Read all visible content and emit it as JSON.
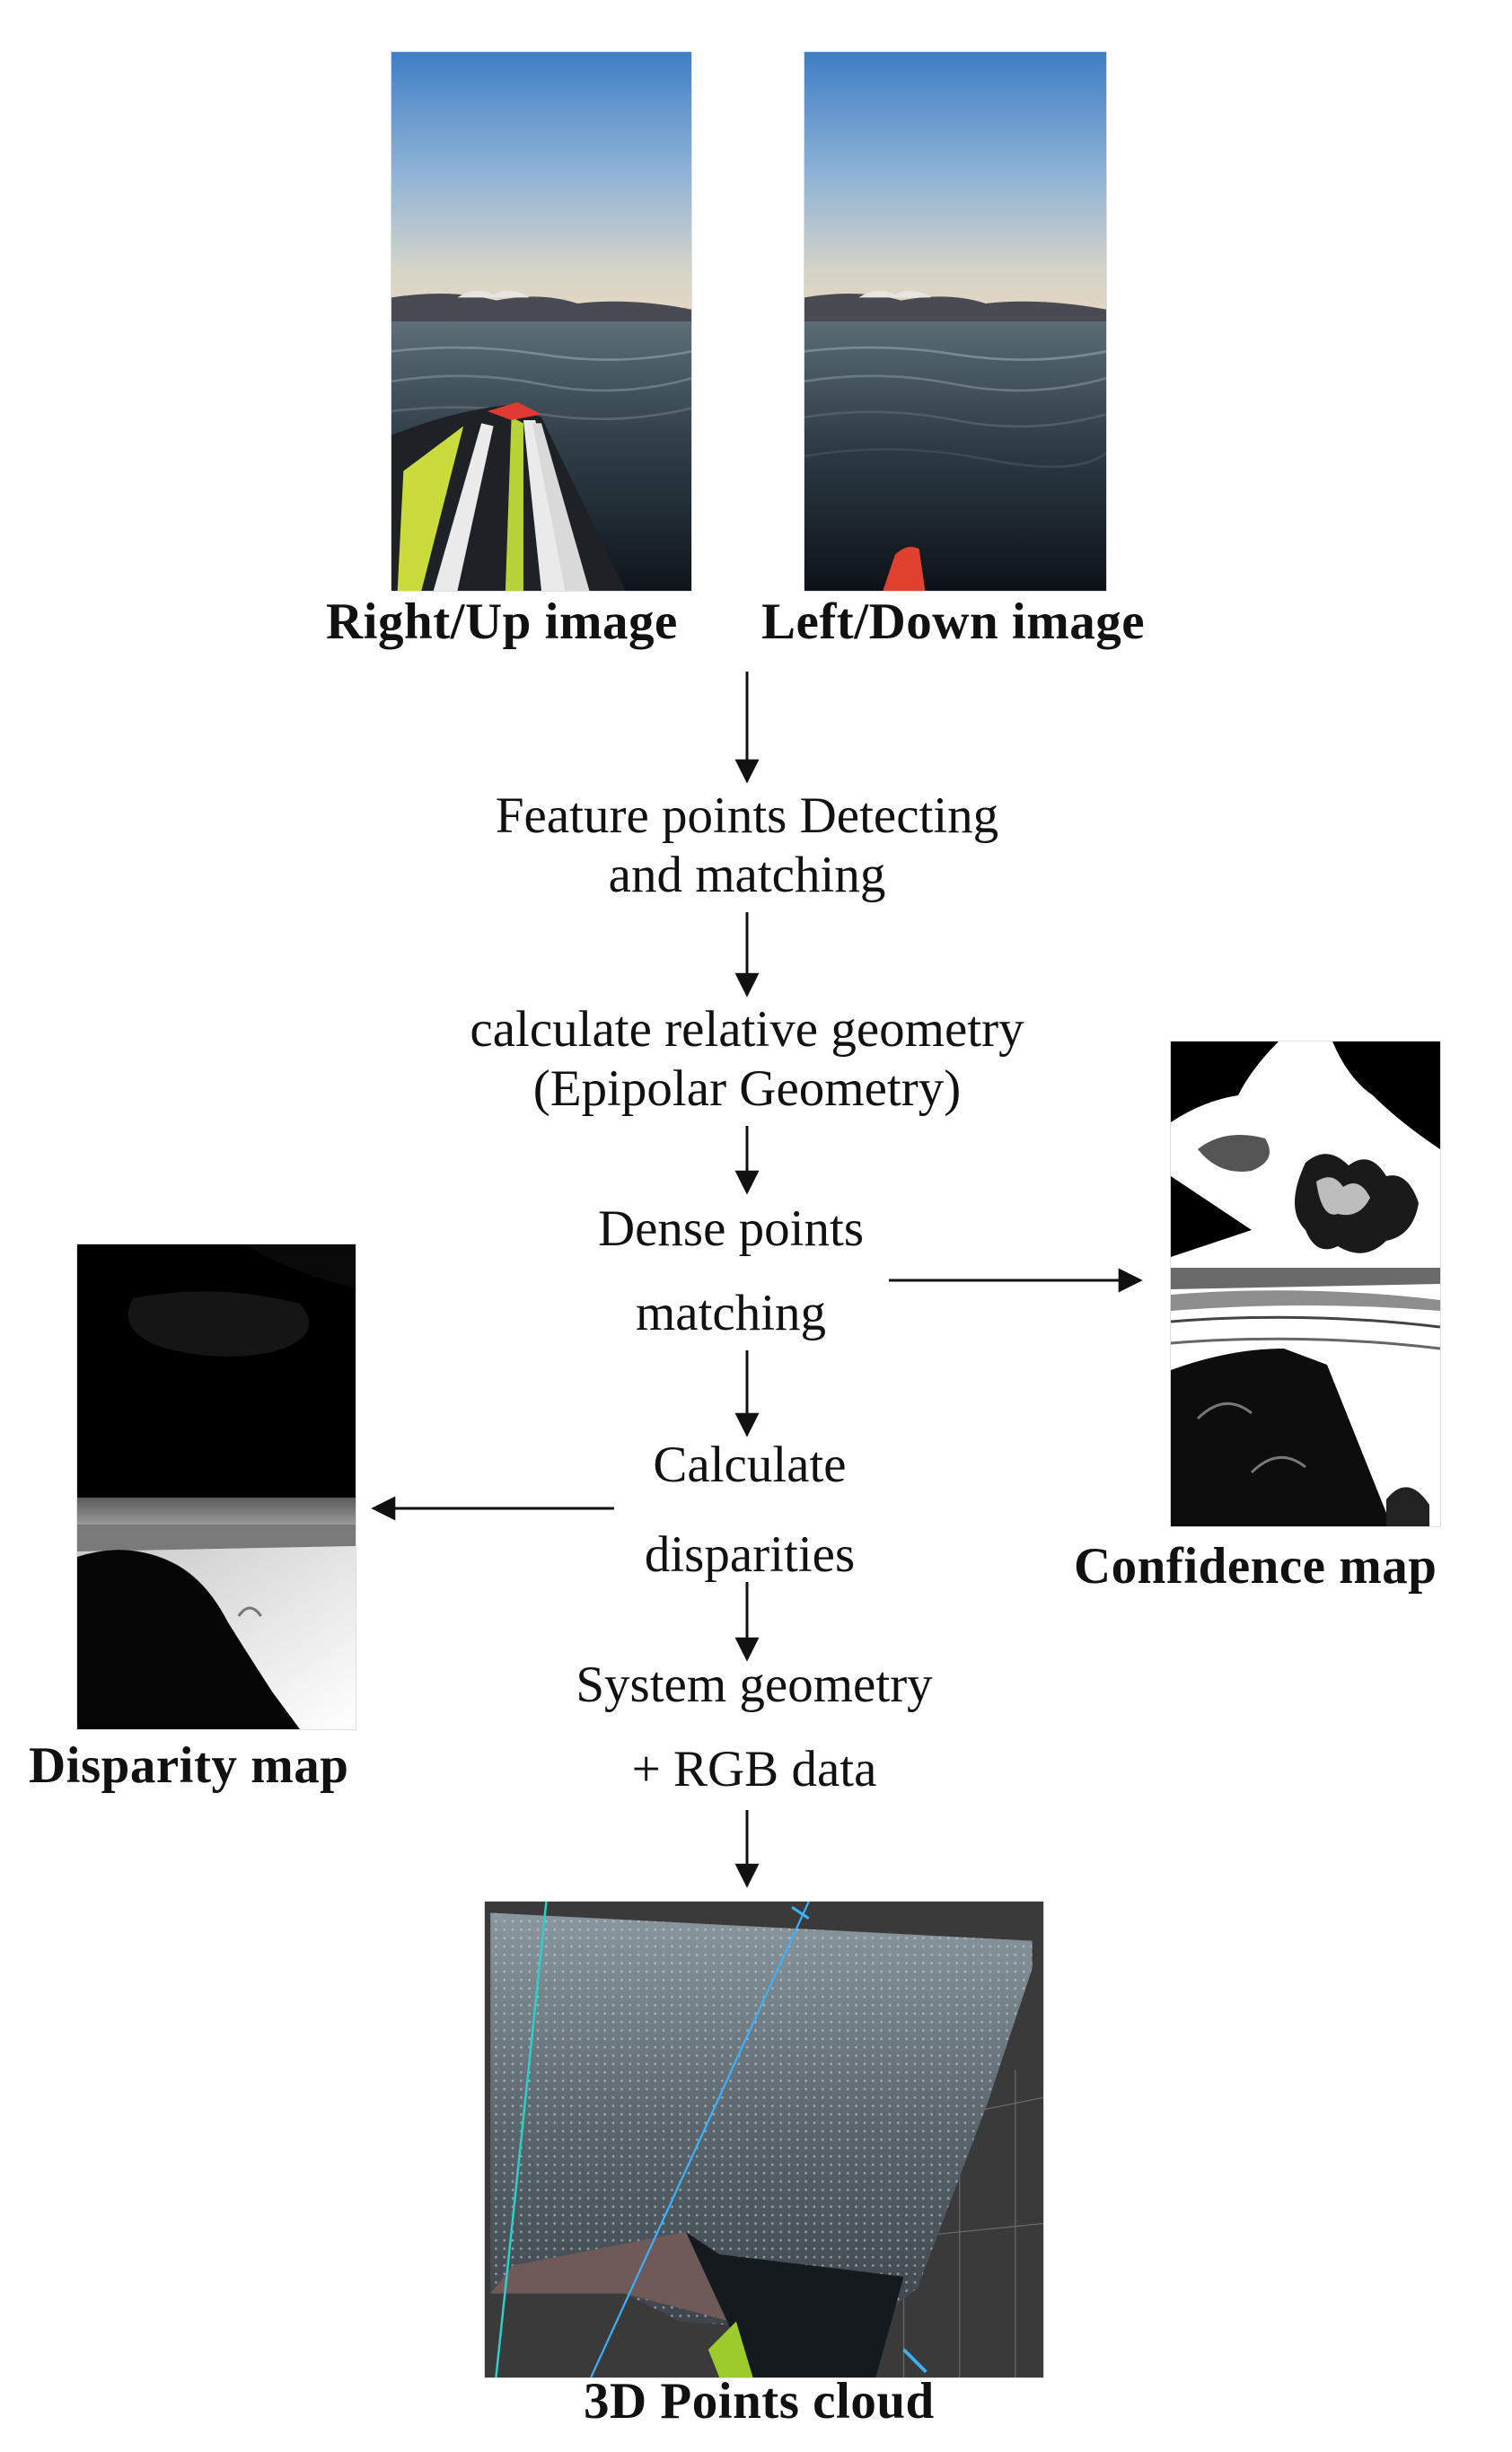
{
  "images": {
    "right_up": {
      "caption": "Right/Up image",
      "icon": "stereo-right-up-photo"
    },
    "left_down": {
      "caption": "Left/Down image",
      "icon": "stereo-left-down-photo"
    },
    "confidence": {
      "caption": "Confidence map",
      "icon": "confidence-map-image"
    },
    "disparity": {
      "caption": "Disparity map",
      "icon": "disparity-map-image"
    },
    "point_cloud": {
      "caption": "3D Points cloud",
      "icon": "point-cloud-render"
    }
  },
  "steps": {
    "feature": [
      "Feature points Detecting",
      "and matching"
    ],
    "geometry": [
      "calculate  relative  geometry",
      "(Epipolar Geometry)"
    ],
    "dense": [
      "Dense points",
      "matching"
    ],
    "disparities": [
      "Calculate",
      "disparities"
    ],
    "system": [
      "System geometry",
      "+ RGB data"
    ]
  },
  "colors": {
    "arrow": "#111111",
    "text": "#111111"
  }
}
